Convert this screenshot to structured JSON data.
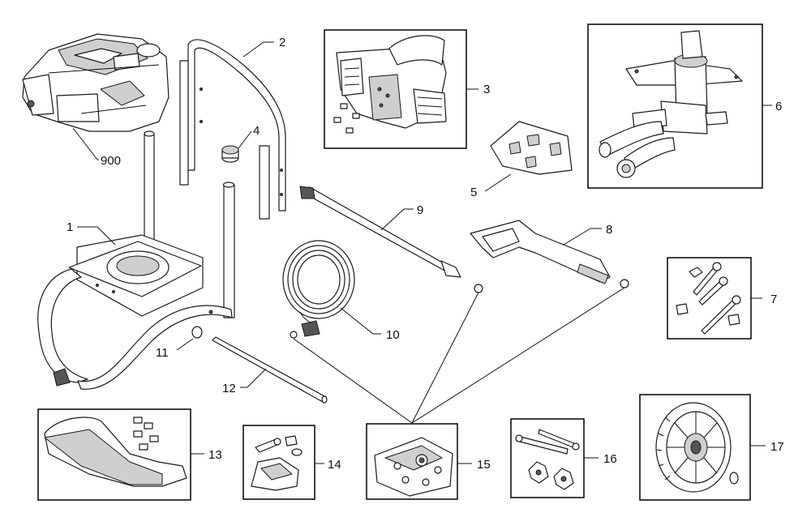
{
  "callouts": {
    "c900": "900",
    "c1": "1",
    "c2": "2",
    "c3": "3",
    "c4": "4",
    "c5": "5",
    "c6": "6",
    "c7": "7",
    "c8": "8",
    "c9": "9",
    "c10": "10",
    "c11": "11",
    "c12": "12",
    "c13": "13",
    "c14": "14",
    "c15": "15",
    "c16": "16",
    "c17": "17"
  }
}
